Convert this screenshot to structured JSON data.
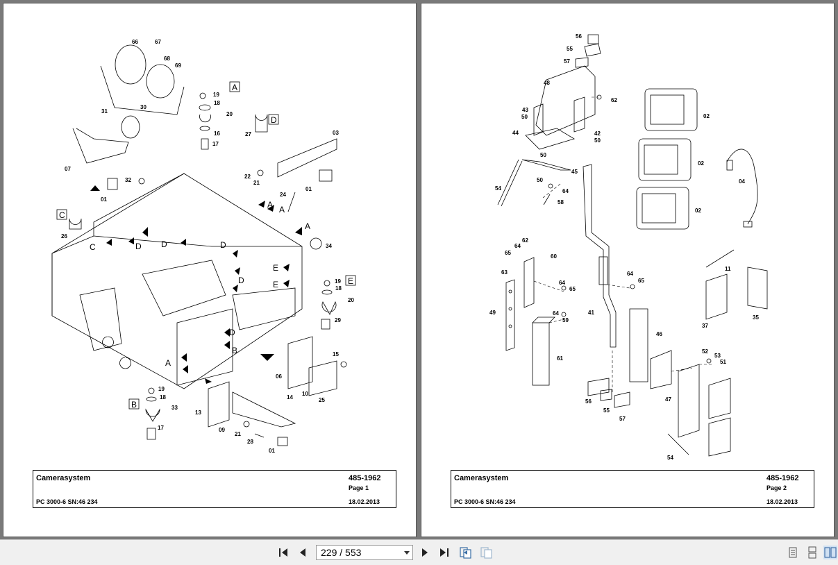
{
  "viewer": {
    "page_indicator": "229 / 553",
    "current_page": 229,
    "total_pages": 553
  },
  "page1": {
    "title": "Camerasystem",
    "part_number": "485-1962",
    "page_label": "Page 1",
    "model": "PC 3000-6 SN:46 234",
    "date": "18.02.2013",
    "callouts": [
      "66",
      "67",
      "68",
      "69",
      "30",
      "31",
      "07",
      "32",
      "01",
      "19",
      "18",
      "20",
      "16",
      "17",
      "27",
      "03",
      "22",
      "21",
      "24",
      "01",
      "26",
      "34",
      "19",
      "18",
      "20",
      "29",
      "15",
      "06",
      "14",
      "10",
      "25",
      "19",
      "18",
      "33",
      "17",
      "13",
      "09",
      "21",
      "28",
      "01"
    ],
    "detail_labels": [
      "A",
      "B",
      "C",
      "D",
      "E"
    ],
    "arrow_labels": [
      "A",
      "A",
      "A",
      "C",
      "D",
      "D",
      "D",
      "D",
      "E",
      "E",
      "A",
      "B",
      "D"
    ]
  },
  "page2": {
    "title": "Camerasystem",
    "part_number": "485-1962",
    "page_label": "Page 2",
    "model": "PC 3000-6 SN:46 234",
    "date": "18.02.2013",
    "callouts": [
      "56",
      "55",
      "57",
      "48",
      "62",
      "43",
      "50",
      "44",
      "42",
      "50",
      "50",
      "45",
      "50",
      "54",
      "64",
      "58",
      "02",
      "02",
      "02",
      "04",
      "62",
      "64",
      "65",
      "60",
      "63",
      "64",
      "65",
      "49",
      "64",
      "59",
      "61",
      "41",
      "64",
      "65",
      "11",
      "37",
      "35",
      "46",
      "56",
      "55",
      "57",
      "52",
      "53",
      "51",
      "47",
      "54"
    ]
  }
}
